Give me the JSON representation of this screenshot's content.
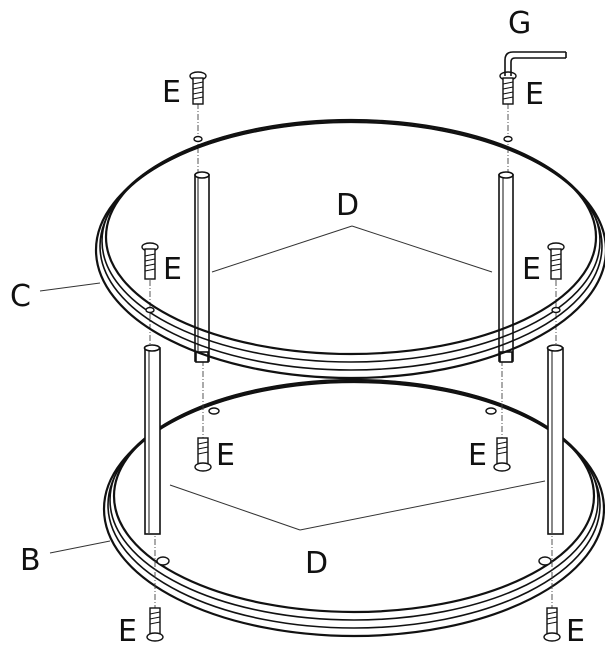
{
  "labels": {
    "part_b": "B",
    "part_c": "C",
    "part_d": "D",
    "part_e": "E",
    "part_g": "G"
  }
}
